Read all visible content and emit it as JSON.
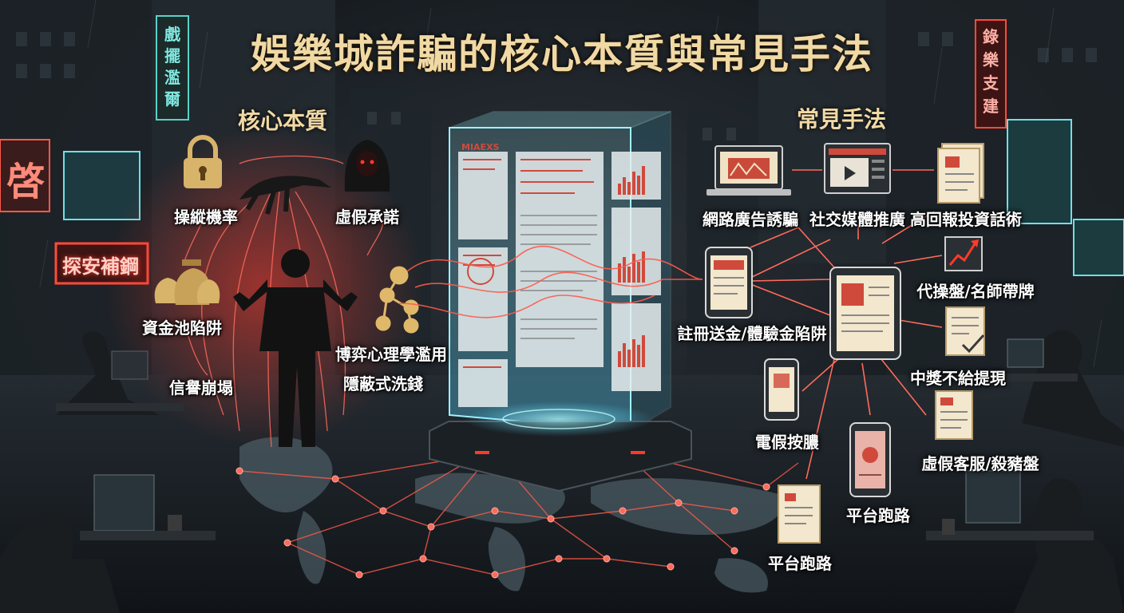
{
  "title": "娛樂城詐騙的核心本質與常見手法",
  "core": {
    "heading": "核心本質",
    "items": [
      "操縱機率",
      "虛假承諾",
      "資金池陷阱",
      "信譽崩塌",
      "博弈心理學濫用",
      "隱蔽式洗錢"
    ]
  },
  "methods": {
    "heading": "常見手法",
    "items": [
      "網路廣告誘騙",
      "社交媒體推廣",
      "高回報投資話術",
      "代操盤/名師帶牌",
      "註冊送金/體驗金陷阱",
      "中獎不給提現",
      "電假按膿",
      "虛假客服/殺豬盤",
      "平台跑路",
      "平台跑路"
    ]
  },
  "signs": {
    "left_vertical": "戲擺濫爾",
    "left_big": "啓",
    "left_banner": "探安補鋼",
    "right_vertical": "錄樂支建",
    "screen_text": "MIAEXS"
  },
  "icons": [
    "lock-icon",
    "hooded-figure-icon",
    "money-bags-icon",
    "network-nodes-icon",
    "laptop-ad-icon",
    "social-media-window-icon",
    "report-document-icon",
    "rising-chart-icon",
    "smartphone-icon",
    "checklist-document-icon",
    "contract-document-icon"
  ],
  "colors": {
    "accent": "#ff5a4a",
    "title": "#f1d9a4",
    "glow": "#7fe8ff",
    "background": "#171c21"
  }
}
